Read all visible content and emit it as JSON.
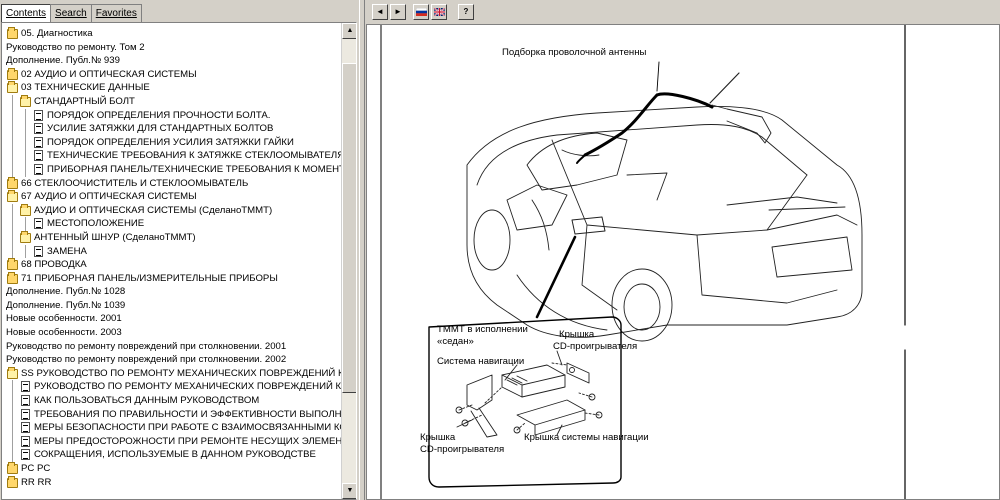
{
  "tabs": [
    {
      "label": "Contents",
      "active": true
    },
    {
      "label": "Search",
      "active": false
    },
    {
      "label": "Favorites",
      "active": false
    }
  ],
  "tree": [
    {
      "indent": 0,
      "icon": "folder",
      "text": "05. Диагностика"
    },
    {
      "indent": 0,
      "icon": "none",
      "text": "Руководство по ремонту. Том 2"
    },
    {
      "indent": 0,
      "icon": "none",
      "text": "Дополнение. Публ.№ 939"
    },
    {
      "indent": 0,
      "icon": "folder",
      "text": "02 АУДИО И ОПТИЧЕСКАЯ СИСТЕМЫ"
    },
    {
      "indent": 0,
      "icon": "folder-open",
      "text": "03 ТЕХНИЧЕСКИЕ ДАННЫЕ"
    },
    {
      "indent": 1,
      "icon": "folder-open",
      "text": "СТАНДАРТНЫЙ БОЛТ"
    },
    {
      "indent": 2,
      "icon": "page",
      "text": "ПОРЯДОК ОПРЕДЕЛЕНИЯ ПРОЧНОСТИ БОЛТА."
    },
    {
      "indent": 2,
      "icon": "page",
      "text": "УСИЛИЕ ЗАТЯЖКИ ДЛЯ СТАНДАРТНЫХ БОЛТОВ"
    },
    {
      "indent": 2,
      "icon": "page",
      "text": "ПОРЯДОК ОПРЕДЕЛЕНИЯ УСИЛИЯ ЗАТЯЖКИ ГАЙКИ"
    },
    {
      "indent": 2,
      "icon": "page",
      "text": "ТЕХНИЧЕСКИЕ ТРЕБОВАНИЯ К ЗАТЯЖКЕ СТЕКЛООМЫВАТЕЛЯ И С"
    },
    {
      "indent": 2,
      "icon": "page",
      "text": "ПРИБОРНАЯ ПАНЕЛЬ/ТЕХНИЧЕСКИЕ ТРЕБОВАНИЯ К МОМЕНТУ З"
    },
    {
      "indent": 0,
      "icon": "folder",
      "text": "66 СТЕКЛООЧИСТИТЕЛЬ И СТЕКЛООМЫВАТЕЛЬ"
    },
    {
      "indent": 0,
      "icon": "folder-open",
      "text": "67 АУДИО И ОПТИЧЕСКАЯ СИСТЕМЫ"
    },
    {
      "indent": 1,
      "icon": "folder-open",
      "text": "АУДИО И ОПТИЧЕСКАЯ СИСТЕМЫ (СделаноTMMT)"
    },
    {
      "indent": 2,
      "icon": "page",
      "text": "МЕСТОПОЛОЖЕНИЕ"
    },
    {
      "indent": 1,
      "icon": "folder-open",
      "text": "АНТЕННЫЙ ШНУР (СделаноTMMT)"
    },
    {
      "indent": 2,
      "icon": "page",
      "text": "ЗАМЕНА"
    },
    {
      "indent": 0,
      "icon": "folder",
      "text": "68 ПРОВОДКА"
    },
    {
      "indent": 0,
      "icon": "folder",
      "text": "71 ПРИБОРНАЯ ПАНЕЛЬ/ИЗМЕРИТЕЛЬНЫЕ ПРИБОРЫ"
    },
    {
      "indent": 0,
      "icon": "none",
      "text": "Дополнение. Публ.№ 1028"
    },
    {
      "indent": 0,
      "icon": "none",
      "text": "Дополнение. Публ.№ 1039"
    },
    {
      "indent": 0,
      "icon": "none",
      "text": "Новые особенности. 2001"
    },
    {
      "indent": 0,
      "icon": "none",
      "text": "Новые особенности. 2003"
    },
    {
      "indent": 0,
      "icon": "none",
      "text": "Руководство по ремонту повреждений при столкновении. 2001"
    },
    {
      "indent": 0,
      "icon": "none",
      "text": "Руководство по ремонту повреждений при столкновении. 2002"
    },
    {
      "indent": 0,
      "icon": "folder-open",
      "text": "SS РУКОВОДСТВО ПО РЕМОНТУ МЕХАНИЧЕСКИХ ПОВРЕЖДЕНИЙ КУЗО"
    },
    {
      "indent": 1,
      "icon": "page",
      "text": "РУКОВОДСТВО ПО РЕМОНТУ МЕХАНИЧЕСКИХ ПОВРЕЖДЕНИЙ КУЗО"
    },
    {
      "indent": 1,
      "icon": "page",
      "text": "КАК ПОЛЬЗОВАТЬСЯ ДАННЫМ РУКОВОДСТВОМ"
    },
    {
      "indent": 1,
      "icon": "page",
      "text": "ТРЕБОВАНИЯ ПО ПРАВИЛЬНОСТИ И ЭФФЕКТИВНОСТИ ВЫПОЛНЕН"
    },
    {
      "indent": 1,
      "icon": "page",
      "text": "МЕРЫ БЕЗОПАСНОСТИ ПРИ РАБОТЕ С ВЗАИМОСВЯЗАННЫМИ КОМП"
    },
    {
      "indent": 1,
      "icon": "page",
      "text": "МЕРЫ ПРЕДОСТОРОЖНОСТИ ПРИ РЕМОНТЕ НЕСУЩИХ ЭЛЕМЕНТОВ"
    },
    {
      "indent": 1,
      "icon": "page",
      "text": "СОКРАЩЕНИЯ, ИСПОЛЬЗУЕМЫЕ В ДАННОМ РУКОВОДСТВЕ"
    },
    {
      "indent": 0,
      "icon": "folder",
      "text": "PC PC"
    },
    {
      "indent": 0,
      "icon": "folder",
      "text": "RR RR"
    }
  ],
  "toolbar": {
    "back_glyph": "◄",
    "forward_glyph": "►",
    "help_glyph": "?"
  },
  "icons": {
    "back": "back-arrow-icon",
    "forward": "forward-arrow-icon",
    "lang_ru": "russian-flag-icon",
    "lang_en": "uk-flag-icon",
    "help": "help-icon"
  },
  "diagram": {
    "antenna_label": "Подборка проволочной антенны",
    "inset_title_line1": "ТММТ в исполнении",
    "inset_title_line2": "«седан»",
    "cd_cover_top_line1": "Крышка",
    "cd_cover_top_line2": "CD-проигрывателя",
    "nav_system": "Система навигации",
    "cd_cover_bottom_line1": "Крышка",
    "cd_cover_bottom_line2": "CD-проигрывателя",
    "nav_cover": "Крышка системы навигации"
  }
}
